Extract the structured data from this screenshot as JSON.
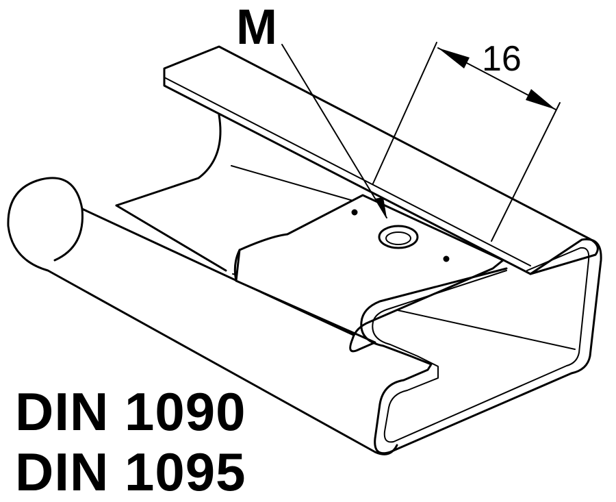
{
  "diagram": {
    "marker_label": "M",
    "dimension_label": "16",
    "standards": [
      "DIN 1090",
      "DIN 1095"
    ]
  }
}
